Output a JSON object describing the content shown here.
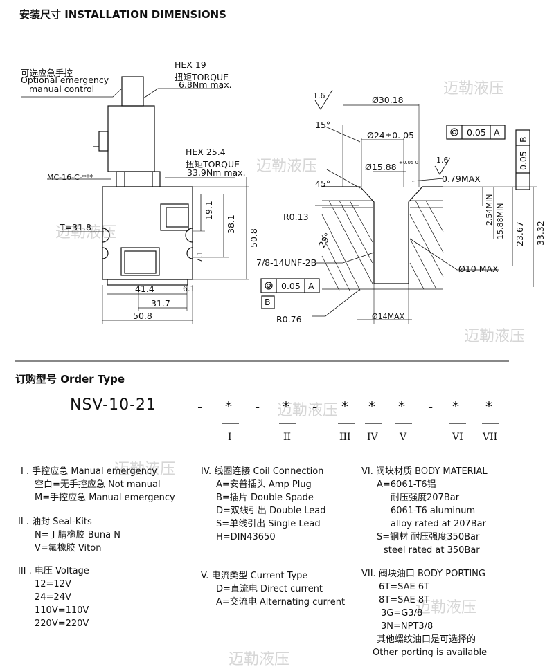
{
  "install": {
    "title": "安装尺寸 INSTALLATION DIMENSIONS",
    "left": {
      "manual_cn": "可选应急手控",
      "manual_en1": "Optional emergency",
      "manual_en2": "manual control",
      "hex19": "HEX 19",
      "torque1_cn": "扭矩TORQUE",
      "torque1_val": "6.8Nm max.",
      "hex254": "HEX 25.4",
      "torque2_cn": "扭矩TORQUE",
      "torque2_val": "33.9Nm max.",
      "coil_code": "MC-16-C-***",
      "t_label": "T=31.8",
      "dim_191": "19.1",
      "dim_381": "38.1",
      "dim_508v": "50.8",
      "dim_71": "7.1",
      "dim_414": "41.4",
      "dim_61": "6.1",
      "dim_317": "31.7",
      "dim_508h": "50.8"
    },
    "right": {
      "rough1": "1.6",
      "d3018": "Ø30.18",
      "ang15": "15°",
      "d24": "Ø24±0. 05",
      "tol_top_a": "0.05",
      "tol_top_b": "A",
      "tol_b_val": "0.05",
      "tol_b_ref": "B",
      "d1588": "Ø15.88",
      "d1588_tol": "+0.05 0",
      "rough2": "1.6",
      "d079": "0.79MAX",
      "ang45": "45°",
      "r013": "R0.13",
      "ang29": "29°",
      "v254": "2.54MIN",
      "v1588": "15.88MIN",
      "v2367": "23.67",
      "v3332": "33.32",
      "thread": "7/8-14UNF-2B",
      "d10": "Ø10 MAX",
      "tol_bot_val": "0.05",
      "tol_bot_ref": "A",
      "datum_b": "B",
      "r076": "R0.76",
      "d14": "Ø14MAX"
    }
  },
  "order": {
    "title": "订购型号 Order Type",
    "model": "NSV-10-21",
    "star": "*",
    "dash": "-",
    "romans": [
      "I",
      "II",
      "III",
      "IV",
      "V",
      "VI",
      "VII"
    ]
  },
  "sections": {
    "s1": [
      "I . 手控应急 Manual emergency",
      "空白=无手控应急 Not manual",
      "M=手控应急 Manual emergency"
    ],
    "s2": [
      "II . 油封 Seal-Kits",
      "N=丁腈橡胶 Buna N",
      "V=氟橡胶 Viton"
    ],
    "s3": [
      "III . 电压 Voltage",
      "12=12V",
      "24=24V",
      "110V=110V",
      "220V=220V"
    ],
    "s4": [
      "IV. 线圈连接 Coil Connection",
      "A=安普插头 Amp Plug",
      "B=插片 Double Spade",
      "D=双线引出 Double Lead",
      "S=单线引出 Single Lead",
      "H=DIN43650"
    ],
    "s5": [
      "V. 电流类型 Current Type",
      "D=直流电 Direct current",
      "A=交流电 Alternating current"
    ],
    "s6": [
      "VI. 阀块材质 BODY MATERIAL",
      "A=6061-T6铝",
      "耐压强度207Bar",
      "6061-T6 aluminum",
      "alloy rated at 207Bar",
      "S=钢材 耐压强度350Bar",
      "steel rated at 350Bar"
    ],
    "s7": [
      "VII. 阀块油口 BODY PORTING",
      "6T=SAE 6T",
      "8T=SAE 8T",
      "3G=G3/8",
      "3N=NPT3/8",
      "其他螺纹油口是可选择的",
      "Other porting is available"
    ]
  },
  "watermark": "迈勒液压"
}
